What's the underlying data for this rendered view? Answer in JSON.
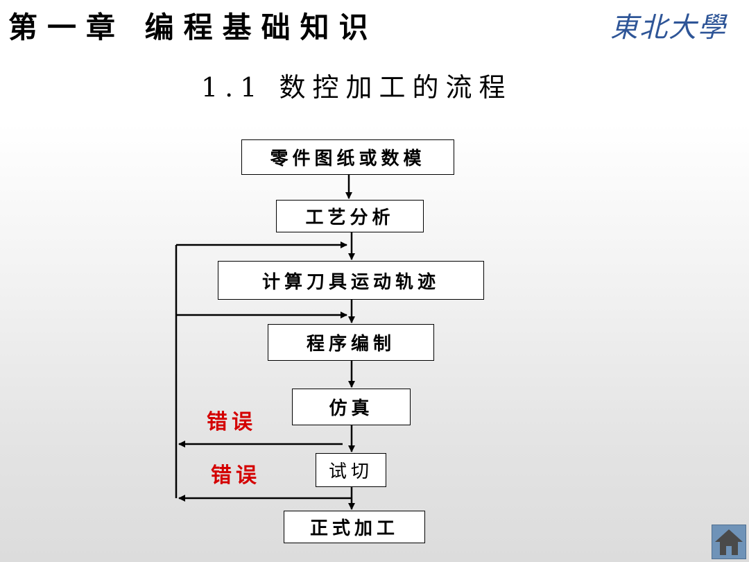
{
  "header": {
    "chapter_title": "第一章 编程基础知识",
    "logo_text": "東北大學"
  },
  "section_title": "1.1 数控加工的流程",
  "flowchart": {
    "steps": [
      "零件图纸或数模",
      "工艺分析",
      "计算刀具运动轨迹",
      "程序编制",
      "仿真",
      "试切",
      "正式加工"
    ],
    "error_labels": [
      "错误",
      "错误"
    ]
  },
  "colors": {
    "error_label": "#d40000",
    "logo": "#2e5597",
    "home_button": "#6f93b8"
  },
  "icons": {
    "home": "home-icon"
  }
}
